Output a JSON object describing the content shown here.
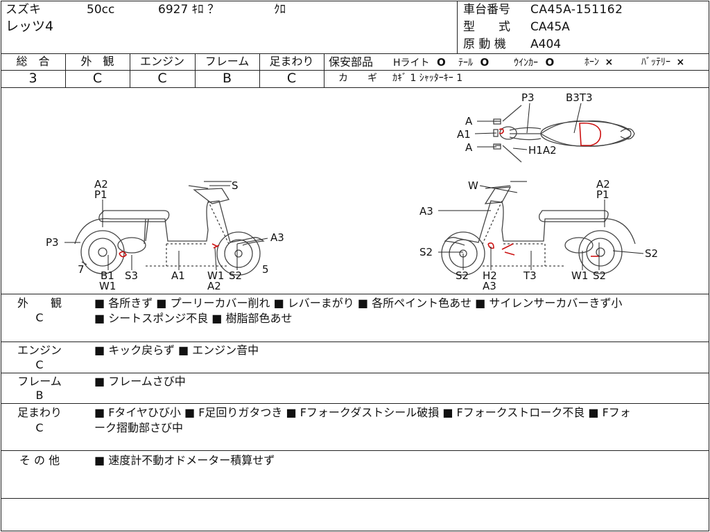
{
  "header": {
    "maker": "スズキ",
    "displacement": "50cc",
    "mileage": "6927 ｷﾛ ？",
    "color": "ｸﾛ",
    "model_name": "レッツ4",
    "frame_label": "車台番号",
    "frame_no": "CA45A-151162",
    "type_label": "型　　式",
    "type_value": "CA45A",
    "engine_label": "原 動 機",
    "engine_value": "A404"
  },
  "grades": [
    {
      "label": "総　合",
      "value": "3"
    },
    {
      "label": "外　観",
      "value": "C"
    },
    {
      "label": "エンジン",
      "value": "C"
    },
    {
      "label": "フレーム",
      "value": "B"
    },
    {
      "label": "足まわり",
      "value": "C"
    }
  ],
  "safety": {
    "title": "保安部品",
    "items": [
      {
        "label": "Hライト",
        "mark": "O"
      },
      {
        "label": "ﾃｰﾙ",
        "mark": "O"
      },
      {
        "label": "ｳｲﾝｶｰ",
        "mark": "O"
      },
      {
        "label": "ﾎｰﾝ",
        "mark": "×"
      },
      {
        "label": "ﾊﾞｯﾃﾘｰ",
        "mark": "×"
      }
    ],
    "key_label": "カ　　ギ",
    "key_value": "ｶｷﾞ 1  ｼｬｯﾀｰｷｰ 1"
  },
  "diagram": {
    "top": [
      "P3",
      "B3T3",
      "A",
      "A1",
      "A",
      "H1A2"
    ],
    "left": [
      "A2",
      "P1",
      "S",
      "P3",
      "A3",
      "7",
      "5",
      "B1",
      "W1",
      "S3",
      "A1",
      "W1",
      "A2",
      "S2"
    ],
    "right": [
      "W",
      "A2",
      "P1",
      "A3",
      "S2",
      "S2",
      "S2",
      "H2",
      "A3",
      "T3",
      "W1",
      "S2"
    ]
  },
  "notes": [
    {
      "label": "外　　観",
      "grade": "C",
      "lines": [
        "■ 各所きず ■ プーリーカバー削れ ■ レバーまがり ■ 各所ペイント色あせ ■ サイレンサーカバーきず小",
        "■ シートスポンジ不良 ■ 樹脂部色あせ"
      ]
    },
    {
      "label": "エンジン",
      "grade": "C",
      "lines": [
        "■ キック戻らず ■ エンジン音中"
      ]
    },
    {
      "label": "フレーム",
      "grade": "B",
      "lines": [
        "■ フレームさび中"
      ]
    },
    {
      "label": "足まわり",
      "grade": "C",
      "lines": [
        "■ Fタイヤひび小 ■ F足回りガタつき ■ Fフォークダストシール破損 ■ Fフォークストローク不良 ■ Fフォ",
        "ーク摺動部さび中"
      ]
    },
    {
      "label": "そ の 他",
      "grade": "",
      "lines": [
        "■ 速度計不動オドメーター積算せず"
      ]
    }
  ],
  "colors": {
    "line": "#222222",
    "damage": "#cc1111"
  }
}
